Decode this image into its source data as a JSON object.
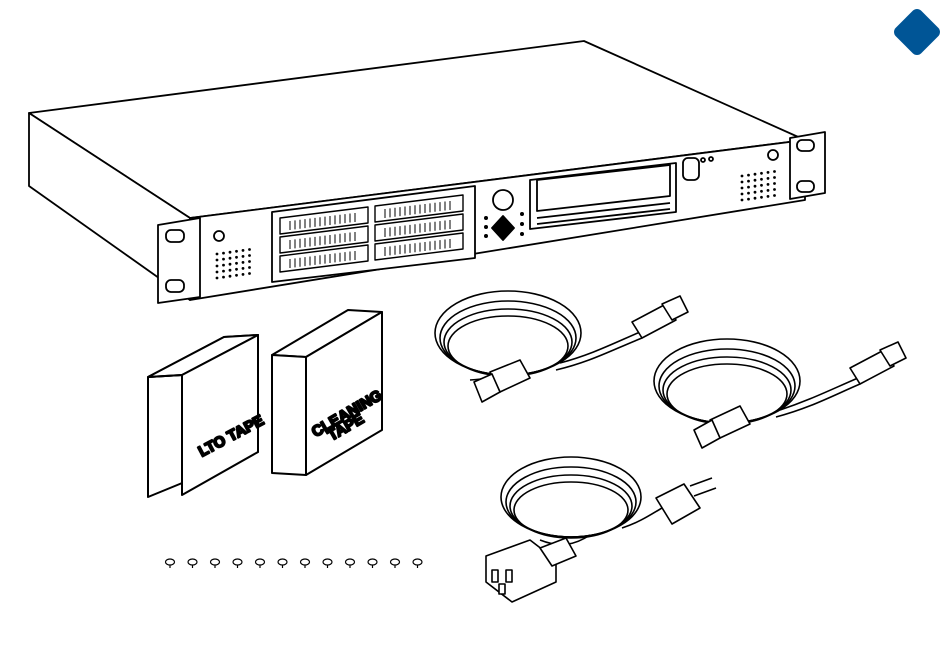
{
  "brand": {
    "accent_color": "#005596",
    "badge_icon": "diamond-icon"
  },
  "labels": {
    "lto_tape": "LTO TAPE",
    "cleaning_tape_line1": "CLEANING",
    "cleaning_tape_line2": "TAPE"
  },
  "device": {
    "name": "rack-mount-tape-library",
    "drive_bays": 6
  },
  "accessories": {
    "data_cables": 2,
    "power_cords": 1,
    "rack_screws": 12
  }
}
